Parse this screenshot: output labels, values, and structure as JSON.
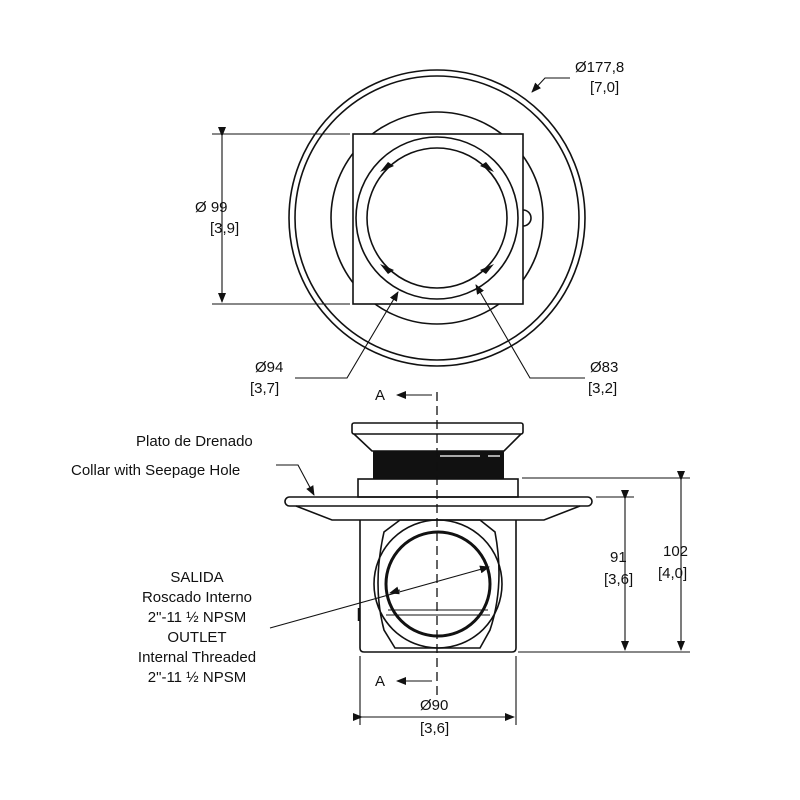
{
  "top_view": {
    "outer_dia": {
      "value": "Ø177,8",
      "inch": "[7,0]"
    },
    "square": {
      "value": "Ø 99",
      "inch": "[3,9]"
    },
    "ring_outer": {
      "value": "Ø94",
      "inch": "[3,7]"
    },
    "ring_inner": {
      "value": "Ø83",
      "inch": "[3,2]"
    }
  },
  "side_view": {
    "section_top": "A",
    "section_bottom": "A",
    "label_plate": "Plato de Drenado",
    "label_collar": "Collar with Seepage Hole",
    "outlet_lines": [
      "SALIDA",
      "Roscado Interno",
      "2\"-11 ½ NPSM",
      "OUTLET",
      "Internal Threaded",
      "2\"-11 ½ NPSM"
    ],
    "height_inner": {
      "value": "91",
      "inch": "[3,6]"
    },
    "height_total": {
      "value": "102",
      "inch": "[4,0]"
    },
    "body_dia": {
      "value": "Ø90",
      "inch": "[3,6]"
    }
  }
}
